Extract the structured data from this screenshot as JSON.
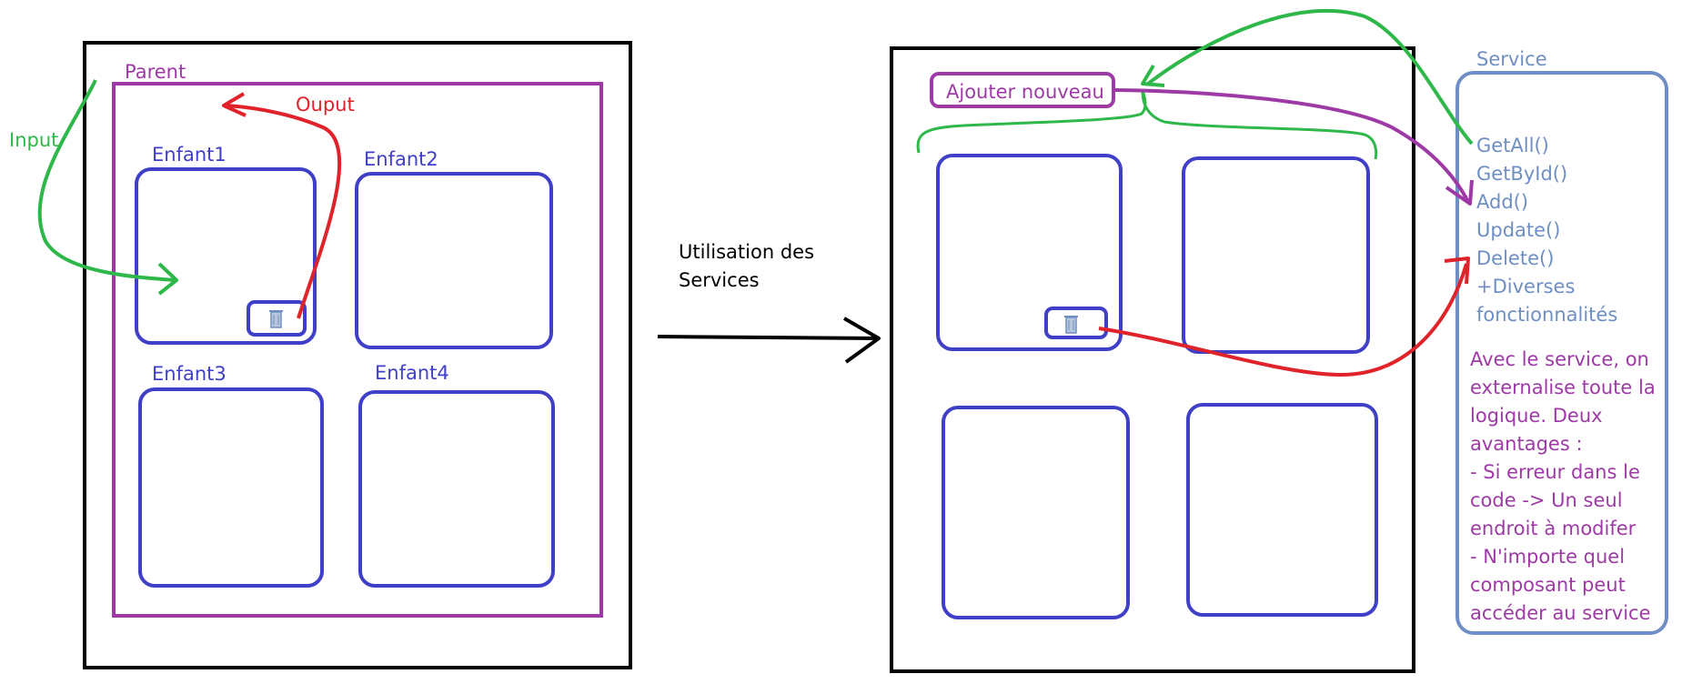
{
  "colors": {
    "black": "#000000",
    "purple": "#9e3aa6",
    "blue": "#3f3fc8",
    "red": "#e0222a",
    "green": "#2fb84a",
    "service_blue": "#6f8fc4"
  },
  "left": {
    "parent_label": "Parent",
    "input_label": "Input",
    "output_label": "Ouput",
    "children": [
      "Enfant1",
      "Enfant2",
      "Enfant3",
      "Enfant4"
    ],
    "delete_icon": "trash-icon"
  },
  "middle": {
    "line1": "Utilisation des",
    "line2": "Services"
  },
  "right": {
    "add_button": "Ajouter nouveau",
    "delete_icon": "trash-icon"
  },
  "service": {
    "title": "Service",
    "methods": [
      "GetAll()",
      "GetById()",
      "Add()",
      "Update()",
      "Delete()",
      "+Diverses",
      "fonctionnalités"
    ],
    "note": [
      "Avec le service, on",
      "externalise toute la",
      "logique. Deux",
      "avantages :",
      "- Si erreur dans le",
      "code -> Un seul",
      "endroit à modifer",
      "- N'importe quel",
      "composant peut",
      "accéder au service"
    ]
  }
}
